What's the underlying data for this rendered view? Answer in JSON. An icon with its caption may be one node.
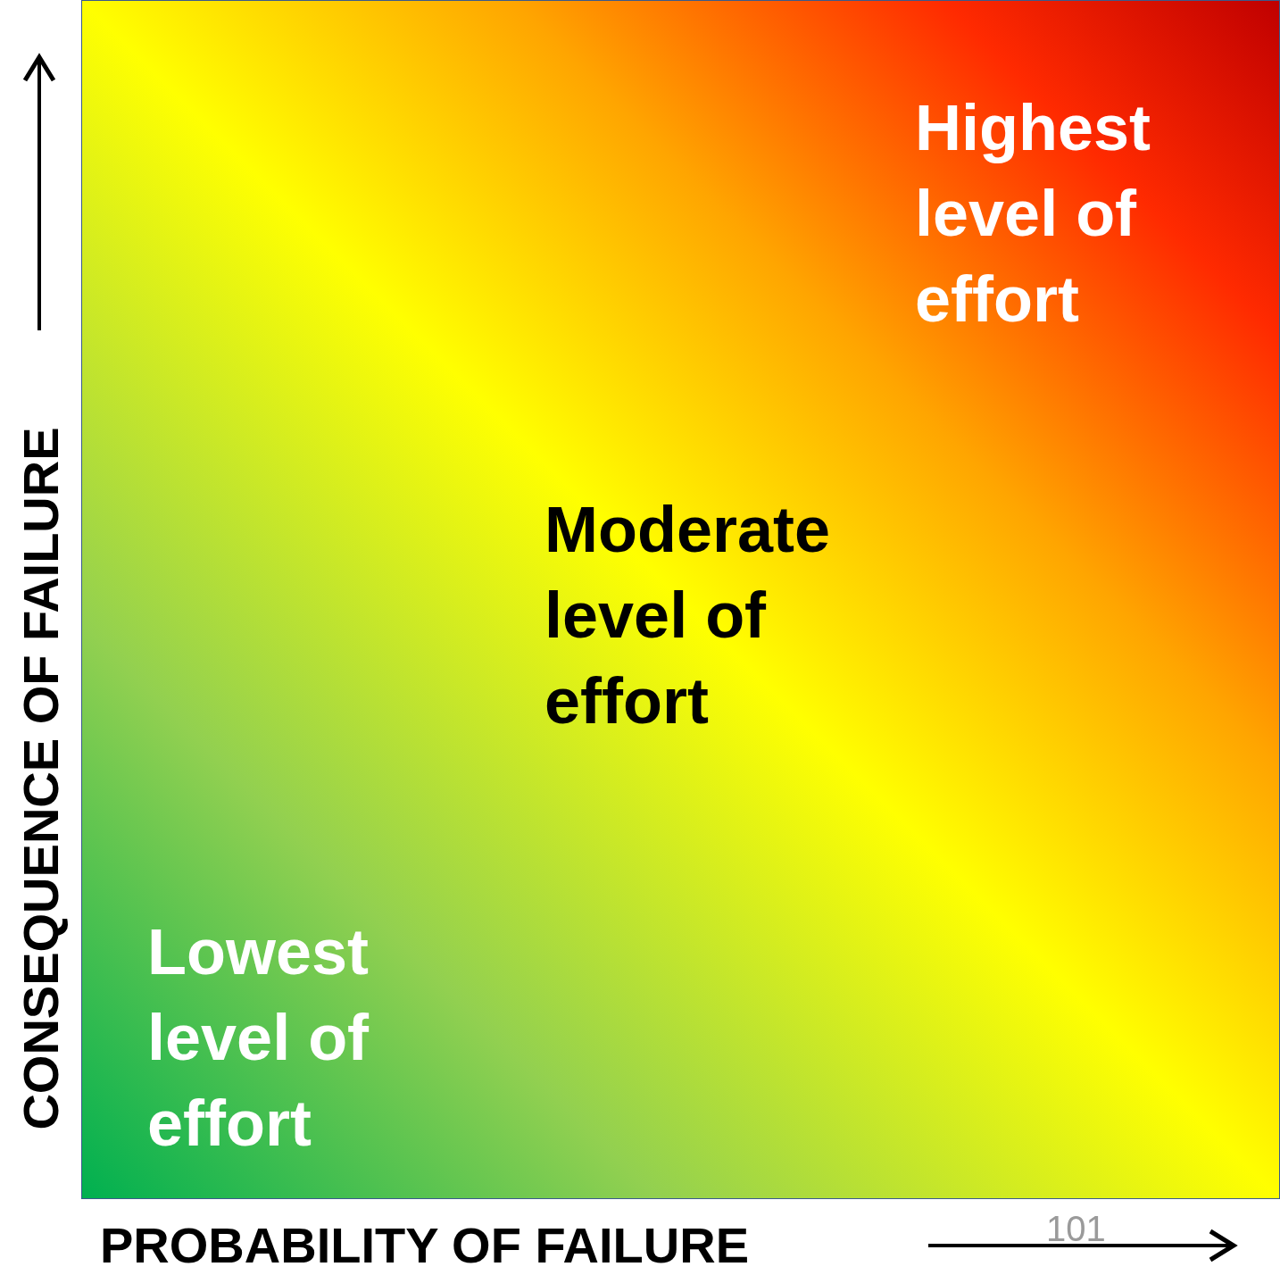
{
  "diagram": {
    "labels": [
      "Highest level of effort",
      "Moderate level of effort",
      "Lowest level of effort",
      "CONSEQUENCE OF FAILURE",
      "PROBABILITY OF FAILURE",
      "101"
    ]
  }
}
